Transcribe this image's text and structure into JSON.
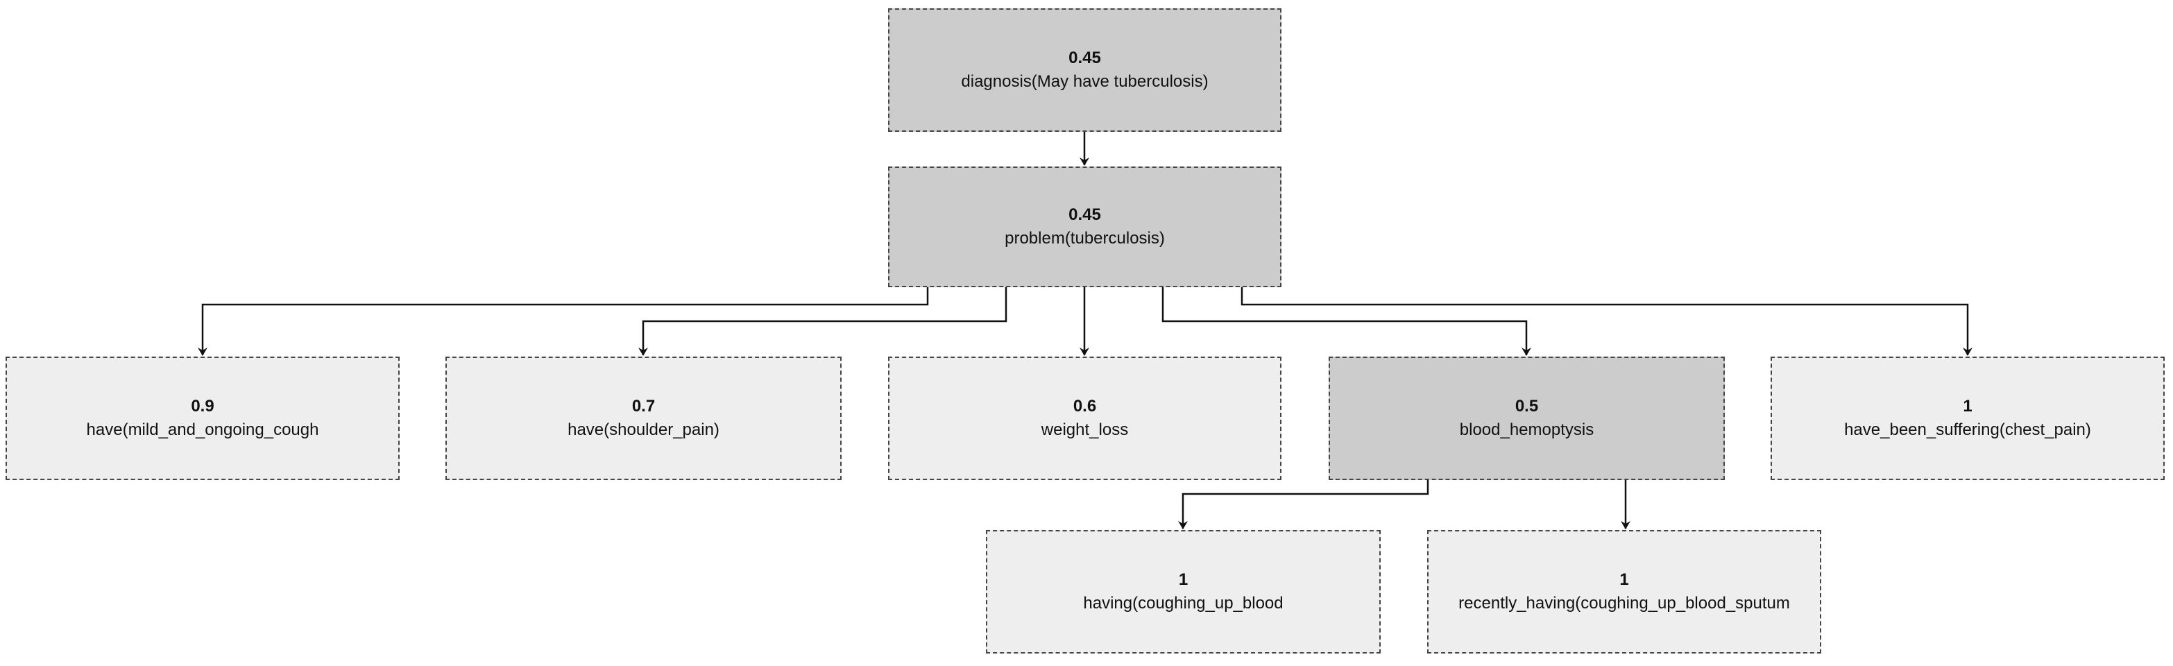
{
  "colors": {
    "highlight_fill": "#cccccc",
    "normal_fill": "#eeeeee",
    "border": "#444444",
    "edge": "#111111"
  },
  "nodes": {
    "diagnosis": {
      "score": "0.45",
      "label": "diagnosis(May have tuberculosis)",
      "highlighted": true
    },
    "problem": {
      "score": "0.45",
      "label": "problem(tuberculosis)",
      "highlighted": true
    },
    "cough": {
      "score": "0.9",
      "label": "have(mild_and_ongoing_cough",
      "highlighted": false
    },
    "shoulder": {
      "score": "0.7",
      "label": "have(shoulder_pain)",
      "highlighted": false
    },
    "weight": {
      "score": "0.6",
      "label": "weight_loss",
      "highlighted": false
    },
    "blood": {
      "score": "0.5",
      "label": "blood_hemoptysis",
      "highlighted": true
    },
    "chest": {
      "score": "1",
      "label": "have_been_suffering(chest_pain)",
      "highlighted": false
    },
    "coughing_blood": {
      "score": "1",
      "label": "having(coughing_up_blood",
      "highlighted": false
    },
    "sputum": {
      "score": "1",
      "label": "recently_having(coughing_up_blood_sputum",
      "highlighted": false
    }
  },
  "edges": [
    {
      "from": "diagnosis",
      "to": "problem"
    },
    {
      "from": "problem",
      "to": "cough"
    },
    {
      "from": "problem",
      "to": "shoulder"
    },
    {
      "from": "problem",
      "to": "weight"
    },
    {
      "from": "problem",
      "to": "blood"
    },
    {
      "from": "problem",
      "to": "chest"
    },
    {
      "from": "blood",
      "to": "coughing_blood"
    },
    {
      "from": "blood",
      "to": "sputum"
    }
  ]
}
